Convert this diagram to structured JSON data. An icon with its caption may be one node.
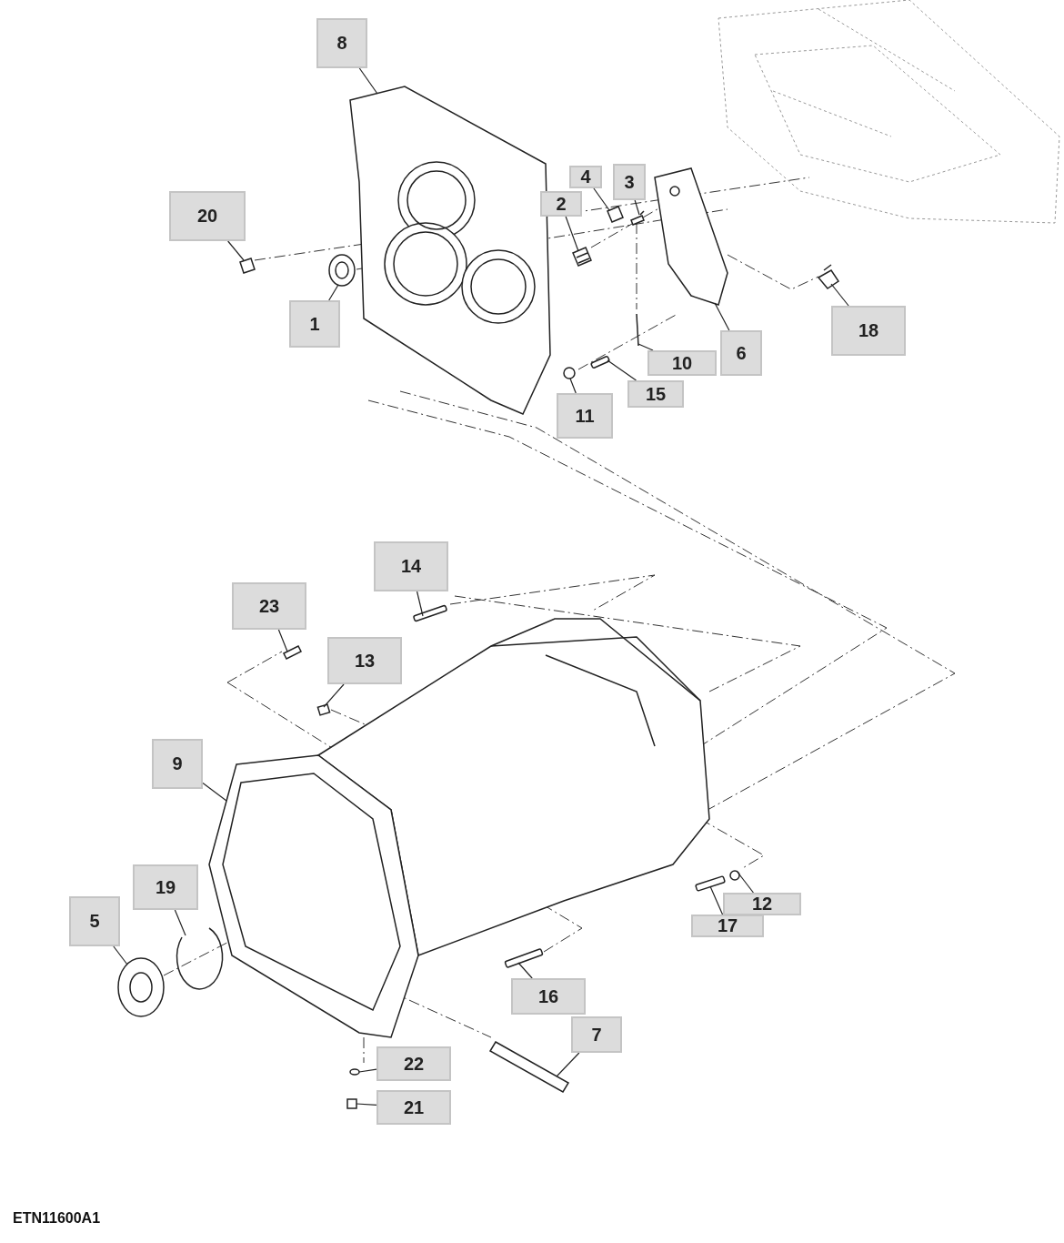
{
  "diagram": {
    "nodes": [
      {
        "text": [
          "8"
        ]
      },
      {
        "text": [
          "4"
        ]
      },
      {
        "text": [
          "3"
        ]
      },
      {
        "text": [
          "20"
        ]
      },
      {
        "text": [
          "2"
        ]
      },
      {
        "text": [
          "1"
        ]
      },
      {
        "text": [
          "18"
        ]
      },
      {
        "text": [
          "6"
        ]
      },
      {
        "text": [
          "10"
        ]
      },
      {
        "text": [
          "15"
        ]
      },
      {
        "text": [
          "11"
        ]
      },
      {
        "text": [
          "14"
        ]
      },
      {
        "text": [
          "23"
        ]
      },
      {
        "text": [
          "13"
        ]
      },
      {
        "text": [
          "9"
        ]
      },
      {
        "text": [
          "19"
        ]
      },
      {
        "text": [
          "5"
        ]
      },
      {
        "text": [
          "12"
        ]
      },
      {
        "text": [
          "17"
        ]
      },
      {
        "text": [
          "16"
        ]
      },
      {
        "text": [
          "7"
        ]
      },
      {
        "text": [
          "22"
        ]
      },
      {
        "text": [
          "21"
        ]
      },
      {
        "text": [],
        "shape": "picture"
      },
      {
        "text": [],
        "shape": "picture"
      },
      {
        "text": [],
        "shape": "picture"
      },
      {
        "text": [],
        "shape": "picture"
      },
      {
        "text": [],
        "shape": "picture"
      },
      {
        "text": [],
        "shape": "picture"
      },
      {
        "text": [],
        "shape": "picture"
      },
      {
        "text": [],
        "shape": "picture"
      },
      {
        "text": [],
        "shape": "picture"
      },
      {
        "text": [],
        "shape": "bar"
      },
      {
        "text": [],
        "shape": "circle"
      },
      {
        "text": [],
        "shape": "bar"
      },
      {
        "text": [],
        "shape": "picture"
      },
      {
        "text": [],
        "shape": "box"
      },
      {
        "text": [],
        "shape": "picture"
      },
      {
        "text": [],
        "shape": "picture"
      },
      {
        "text": [],
        "shape": "picture"
      },
      {
        "text": [],
        "shape": "circle"
      },
      {
        "text": [],
        "shape": "bar"
      },
      {
        "text": [],
        "shape": "bar"
      },
      {
        "text": [],
        "shape": "picture"
      },
      {
        "text": [],
        "shape": "circle"
      },
      {
        "text": [],
        "shape": "box"
      }
    ],
    "edges": [
      {
        "from": 0,
        "to": 23,
        "arrow": "none"
      },
      {
        "from": 1,
        "to": 24,
        "arrow": "none"
      },
      {
        "from": 2,
        "to": 25,
        "arrow": "none"
      },
      {
        "from": 3,
        "to": 26,
        "arrow": "none"
      },
      {
        "from": 4,
        "to": 27,
        "arrow": "none"
      },
      {
        "from": 5,
        "to": 28,
        "arrow": "none"
      },
      {
        "from": 6,
        "to": 29,
        "arrow": "none"
      },
      {
        "from": 7,
        "to": 30,
        "arrow": "none"
      },
      {
        "from": 8,
        "to": 31,
        "arrow": "none"
      },
      {
        "from": 9,
        "to": 32,
        "arrow": "none"
      },
      {
        "from": 10,
        "to": 33,
        "arrow": "none"
      },
      {
        "from": 11,
        "to": 34,
        "arrow": "none"
      },
      {
        "from": 12,
        "to": 35,
        "arrow": "none"
      },
      {
        "from": 13,
        "to": 36,
        "arrow": "none"
      },
      {
        "from": 14,
        "to": 37,
        "arrow": "none"
      },
      {
        "from": 15,
        "to": 38,
        "arrow": "none"
      },
      {
        "from": 16,
        "to": 39,
        "arrow": "none"
      },
      {
        "from": 17,
        "to": 40,
        "arrow": "none"
      },
      {
        "from": 18,
        "to": 41,
        "arrow": "none"
      },
      {
        "from": 19,
        "to": 42,
        "arrow": "none"
      },
      {
        "from": 20,
        "to": 43,
        "arrow": "none"
      },
      {
        "from": 21,
        "to": 44,
        "arrow": "none"
      },
      {
        "from": 22,
        "to": 45,
        "arrow": "none"
      }
    ],
    "labels": [
      "ETN11600A1"
    ]
  }
}
